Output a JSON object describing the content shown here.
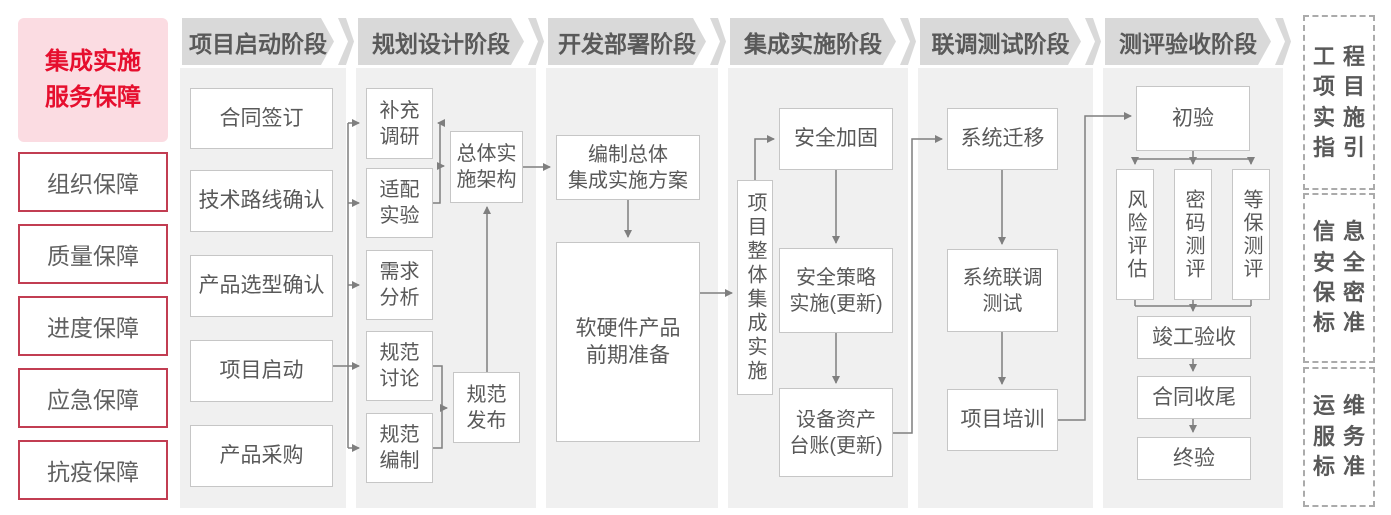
{
  "palette": {
    "accent_red": "#e60f2e",
    "pink_bg": "#fbdce2",
    "red_border": "#c23d52",
    "banner_gray": "#d9d9d9",
    "strip_gray": "#f0f0f0",
    "box_border": "#c6c6c6",
    "text_gray": "#595959",
    "arrow_gray": "#7f7f7f"
  },
  "sidebar_left": {
    "title": "集成实施\n服务保障",
    "items": [
      "组织保障",
      "质量保障",
      "进度保障",
      "应急保障",
      "抗疫保障"
    ]
  },
  "stages": [
    "项目启动阶段",
    "规划设计阶段",
    "开发部署阶段",
    "集成实施阶段",
    "联调测试阶段",
    "测评验收阶段"
  ],
  "project_start": {
    "items": [
      "合同签订",
      "技术路线确认",
      "产品选型确认",
      "项目启动",
      "产品采购"
    ]
  },
  "planning_design": {
    "left_items": [
      "补充\n调研",
      "适配\n实验",
      "需求\n分析",
      "规范\n讨论",
      "规范\n编制"
    ],
    "arch": "总体实\n施架构",
    "publish": "规范\n发布"
  },
  "dev_deploy": {
    "plan": "编制总体\n集成实施方案",
    "prepare": "软硬件产品\n前期准备"
  },
  "integration": {
    "overall": "项目整体集成实施",
    "items": [
      "安全加固",
      "安全策略\n实施(更新)",
      "设备资产\n台账(更新)"
    ]
  },
  "joint_test": {
    "items": [
      "系统迁移",
      "系统联调\n测试",
      "项目培训"
    ]
  },
  "acceptance": {
    "initial": "初验",
    "evaluations": [
      "风险评估",
      "密码测评",
      "等保测评"
    ],
    "final_steps": [
      "竣工验收",
      "合同收尾",
      "终验"
    ]
  },
  "sidebar_right": {
    "boxes": [
      {
        "lines": [
          "工程",
          "项目",
          "实施",
          "指引"
        ]
      },
      {
        "lines": [
          "信息",
          "安全",
          "保密",
          "标准"
        ]
      },
      {
        "lines": [
          "运维",
          "服务",
          "标准"
        ]
      }
    ]
  }
}
